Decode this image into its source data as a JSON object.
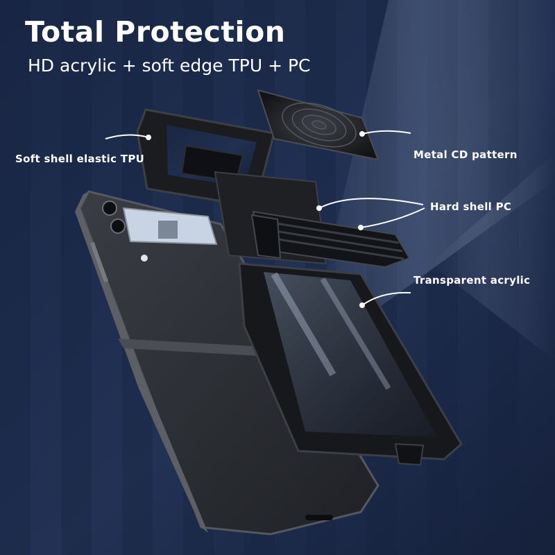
{
  "header": {
    "title": "Total Protection",
    "subtitle": "HD acrylic + soft edge TPU + PC"
  },
  "callouts": [
    {
      "label": "Soft shell elastic TPU"
    },
    {
      "label": "Metal CD pattern"
    },
    {
      "label": "Hard shell PC"
    },
    {
      "label": "Transparent acrylic"
    }
  ],
  "colors": {
    "background": "#1b2a47",
    "text": "#ffffff",
    "case_black": "#16181c",
    "phone_body": "#2b2e33"
  }
}
